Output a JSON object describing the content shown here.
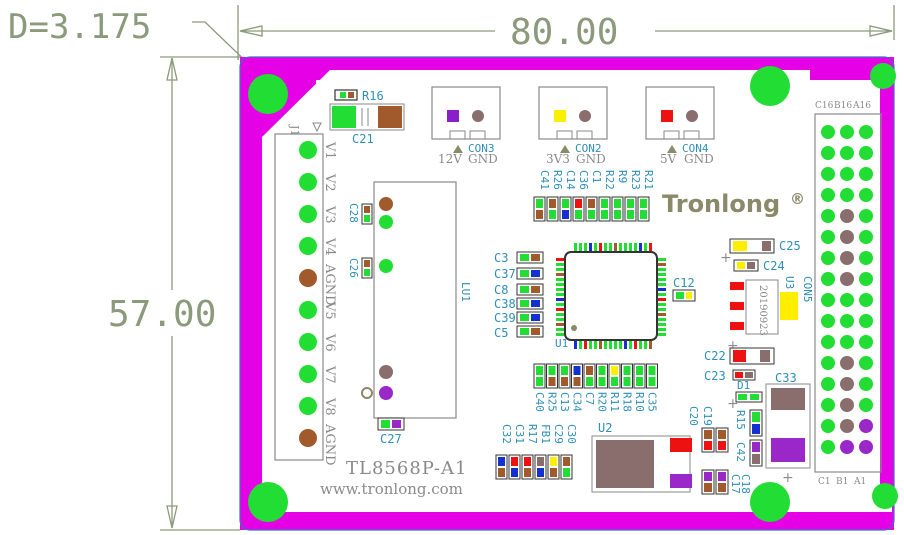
{
  "dimensions": {
    "drill": "D=3.175",
    "width": "80.00",
    "height": "57.00"
  },
  "board": {
    "model": "TL8568P-A1",
    "website": "www.tronlong.com",
    "brand": "Tronlong",
    "brand_mark": "®",
    "date_code": "20190923"
  },
  "connectors": {
    "j1": {
      "ref": "J1",
      "pins": [
        "V1",
        "V2",
        "V3",
        "V4",
        "AGND",
        "V5",
        "V6",
        "V7",
        "V8",
        "AGND"
      ]
    },
    "con3": {
      "ref": "CON3",
      "left": "12V",
      "right": "GND"
    },
    "con2": {
      "ref": "CON2",
      "left": "3V3",
      "right": "GND"
    },
    "con4": {
      "ref": "CON4",
      "left": "5V",
      "right": "GND"
    },
    "con5": {
      "ref": "CON5",
      "top_labels": [
        "C16",
        "B16",
        "A16"
      ],
      "bottom_labels": [
        "C1",
        "B1",
        "A1"
      ]
    }
  },
  "components": {
    "r16": "R16",
    "c21": "C21",
    "c28": "C28",
    "c26": "C26",
    "c27": "C27",
    "lu1": "LU1",
    "c3": "C3",
    "c37": "C37",
    "c8": "C8",
    "c38": "C38",
    "c39": "C39",
    "c5": "C5",
    "u1": "U1",
    "c12": "C12",
    "c25": "C25",
    "c24": "C24",
    "u3": "U3",
    "c22": "C22",
    "c23": "C23",
    "d1": "D1",
    "c33": "C33",
    "r15": "R15",
    "c42": "C42",
    "c20": "C20",
    "c19": "C19",
    "u2": "U2",
    "c17": "C17",
    "c18": "C18",
    "top_row": [
      "C41",
      "R26",
      "C14",
      "C36",
      "C1",
      "R22",
      "R9",
      "R23",
      "R21"
    ],
    "bottom_row": [
      "C40",
      "R25",
      "C13",
      "C34",
      "C7",
      "R20",
      "R11",
      "R18",
      "R10",
      "C35"
    ],
    "lower_left": [
      "C32",
      "C31",
      "R17",
      "FB1",
      "C29",
      "C30"
    ]
  },
  "colors": {
    "pcb_outline": "#e600e6",
    "pad_green": "#22dd33",
    "pad_brown": "#a05a2c",
    "silk": "#8a8a8a",
    "ref_blue": "#2f8fb8",
    "dimension": "#8b9a7b"
  }
}
